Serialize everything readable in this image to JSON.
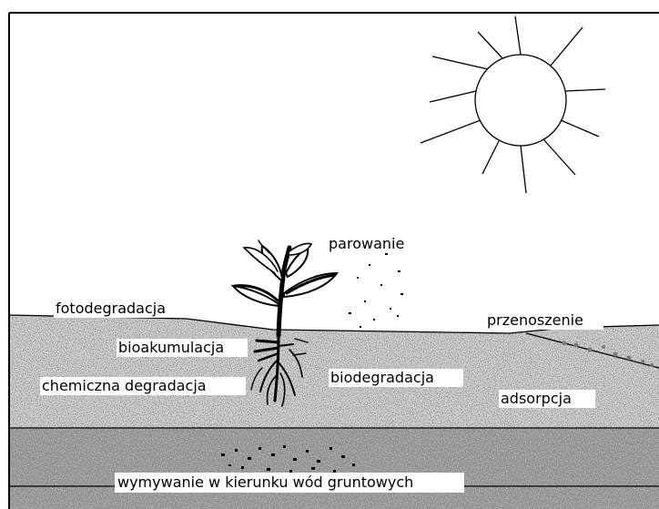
{
  "labels": {
    "evaporation": "parowanie",
    "photodegradation": "fotodegradacja",
    "transport": "przenoszenie",
    "bioaccumulation": "bioakumulacja",
    "chemical_degradation": "chemiczna degradacja",
    "biodegradation": "biodegradacja",
    "adsorption": "adsorpcja",
    "leaching": "wymywanie w kierunku wód gruntowych"
  },
  "colors": {
    "sky": "#ffffff",
    "topsoil": "#d8d8d8",
    "subsoil": "#8c8c8c",
    "ink": "#000000"
  }
}
